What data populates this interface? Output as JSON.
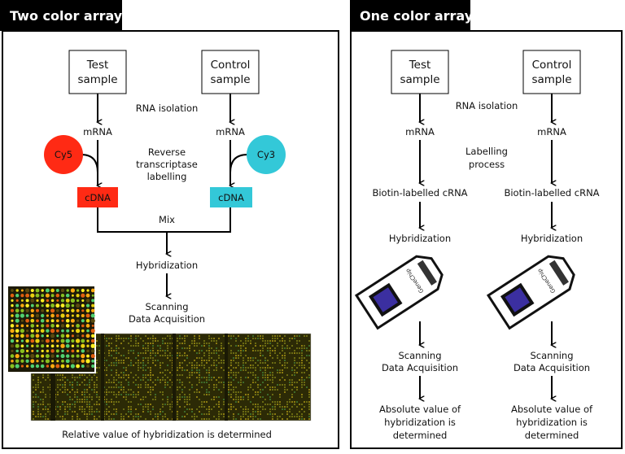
{
  "two_color": {
    "title": "Two color array",
    "test_sample": [
      "Test",
      "sample"
    ],
    "control_sample": [
      "Control",
      "sample"
    ],
    "rna_isolation": "RNA isolation",
    "mrna": "mRNA",
    "cy5": "Cy5",
    "cy3": "Cy3",
    "reverse_transcriptase": [
      "Reverse",
      "transcriptase",
      "labelling"
    ],
    "cdna": "cDNA",
    "mix": "Mix",
    "hybridization": "Hybridization",
    "scanning": [
      "Scanning",
      "Data Acquisition"
    ],
    "result": "Relative value of hybridization is determined",
    "colors": {
      "cy5": "#ff2a14",
      "cy3": "#33c8d8"
    }
  },
  "one_color": {
    "title": "One color array",
    "test_sample": [
      "Test",
      "sample"
    ],
    "control_sample": [
      "Control",
      "sample"
    ],
    "rna_isolation": "RNA isolation",
    "mrna": "mRNA",
    "labelling": [
      "Labelling",
      "process"
    ],
    "biotin": "Biotin-labelled cRNA",
    "hybridization": "Hybridization",
    "chip_label": "GeneChip",
    "scanning": [
      "Scanning",
      "Data Acquisition"
    ],
    "result": [
      "Absolute value of",
      "hybridization is",
      "determined"
    ],
    "colors": {
      "chip": "#3b2fa0"
    }
  }
}
